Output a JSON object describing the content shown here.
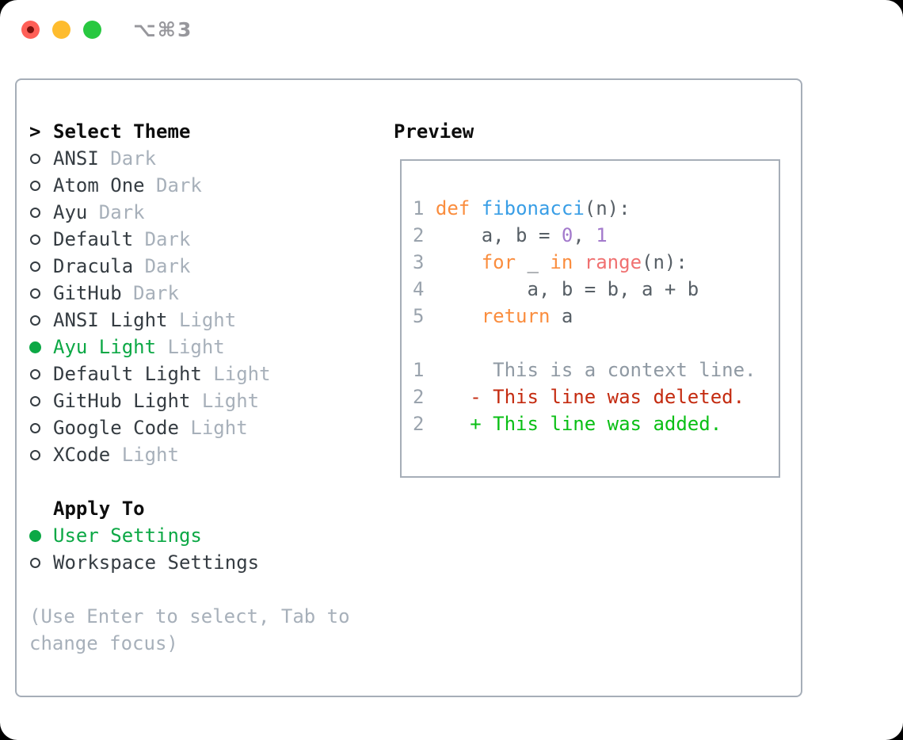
{
  "window": {
    "title": "⌥⌘3"
  },
  "colors": {
    "traffic_red": "#FF5F57",
    "traffic_red_dot": "#7B100C",
    "traffic_yellow": "#FEBC2E",
    "traffic_green": "#28C840",
    "title_text": "#97979C",
    "border": "#A6AEB8",
    "heading": "#0D0D0D",
    "text": "#353C42",
    "muted": "#A7B0BA",
    "accent_green": "#0CA845",
    "line_number": "#9AA3AD",
    "keyword": "#FA8D3E",
    "function": "#399EE6",
    "call": "#F07171",
    "number": "#A37ACC",
    "code_fg": "#575F66",
    "context": "#8F99A3",
    "deleted": "#C42B10",
    "added": "#0ABF15"
  },
  "theme_picker": {
    "header_marker": ">",
    "header": "Select Theme",
    "items": [
      {
        "name": "ANSI",
        "variant": "Dark",
        "selected": false
      },
      {
        "name": "Atom One",
        "variant": "Dark",
        "selected": false
      },
      {
        "name": "Ayu",
        "variant": "Dark",
        "selected": false
      },
      {
        "name": "Default",
        "variant": "Dark",
        "selected": false
      },
      {
        "name": "Dracula",
        "variant": "Dark",
        "selected": false
      },
      {
        "name": "GitHub",
        "variant": "Dark",
        "selected": false
      },
      {
        "name": "ANSI Light",
        "variant": "Light",
        "selected": false
      },
      {
        "name": "Ayu Light",
        "variant": "Light",
        "selected": true
      },
      {
        "name": "Default Light",
        "variant": "Light",
        "selected": false
      },
      {
        "name": "GitHub Light",
        "variant": "Light",
        "selected": false
      },
      {
        "name": "Google Code",
        "variant": "Light",
        "selected": false
      },
      {
        "name": "XCode",
        "variant": "Light",
        "selected": false
      }
    ]
  },
  "apply_to": {
    "header": "Apply To",
    "options": [
      {
        "label": "User Settings",
        "selected": true
      },
      {
        "label": "Workspace Settings",
        "selected": false
      }
    ]
  },
  "hint": "(Use Enter to select, Tab to change focus)",
  "preview": {
    "header": "Preview",
    "lines": [
      {
        "num": "1",
        "tokens": [
          [
            "def",
            "keyword"
          ],
          [
            " ",
            "fg"
          ],
          [
            "fibonacci",
            "function"
          ],
          [
            "(n):",
            "fg"
          ]
        ]
      },
      {
        "num": "2",
        "tokens": [
          [
            "    a, b = ",
            "fg"
          ],
          [
            "0",
            "number"
          ],
          [
            ", ",
            "fg"
          ],
          [
            "1",
            "number"
          ]
        ]
      },
      {
        "num": "3",
        "tokens": [
          [
            "    ",
            "fg"
          ],
          [
            "for",
            "keyword"
          ],
          [
            " _ ",
            "fg"
          ],
          [
            "in",
            "keyword"
          ],
          [
            " ",
            "fg"
          ],
          [
            "range",
            "call"
          ],
          [
            "(n):",
            "fg"
          ]
        ]
      },
      {
        "num": "4",
        "tokens": [
          [
            "        a, b = b, a + b",
            "fg"
          ]
        ]
      },
      {
        "num": "5",
        "tokens": [
          [
            "    ",
            "fg"
          ],
          [
            "return",
            "keyword"
          ],
          [
            " a",
            "fg"
          ]
        ]
      },
      {
        "num": "",
        "tokens": []
      },
      {
        "num": "1",
        "tokens": [
          [
            "     This is a context line.",
            "context"
          ]
        ]
      },
      {
        "num": "2",
        "tokens": [
          [
            "   - This line was deleted.",
            "deleted"
          ]
        ]
      },
      {
        "num": "2",
        "tokens": [
          [
            "   + This line was added.",
            "added"
          ]
        ]
      }
    ]
  }
}
